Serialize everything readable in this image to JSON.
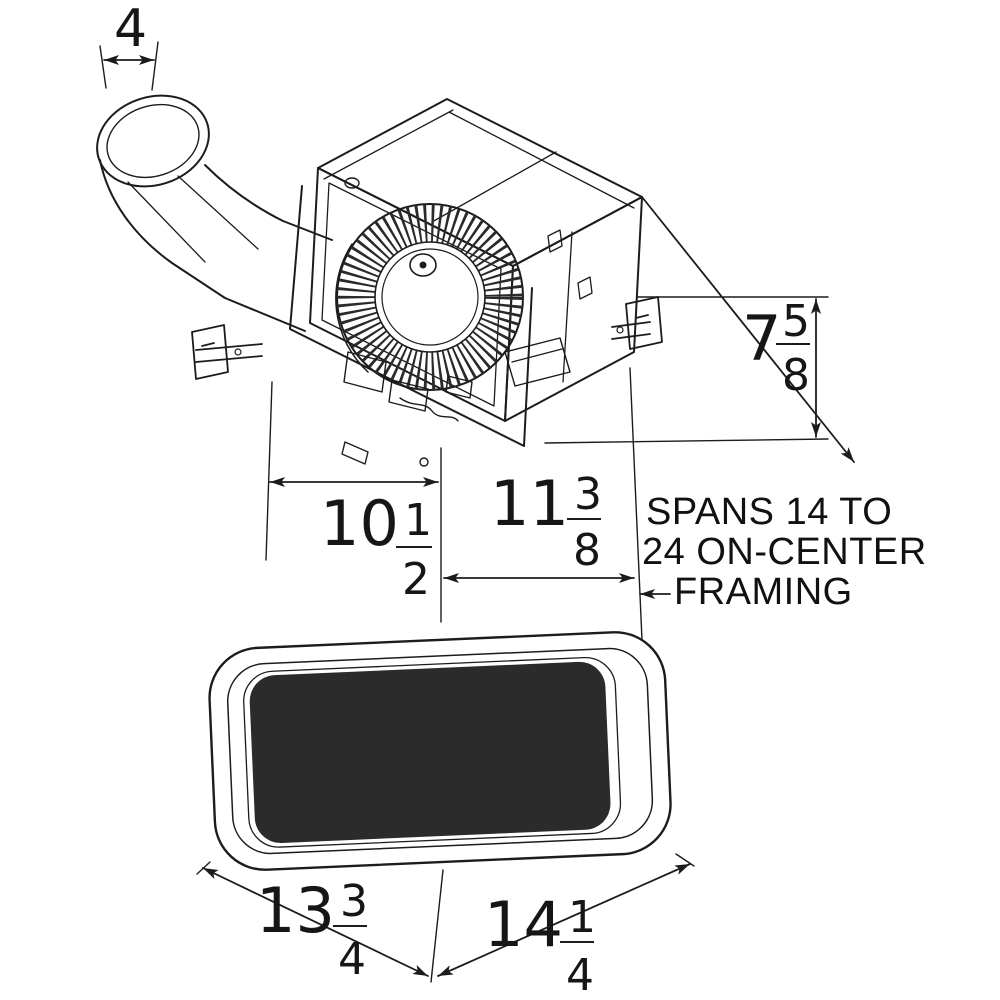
{
  "colors": {
    "ink": "#1c1c1c",
    "background": "#ffffff"
  },
  "dimensions": {
    "duct_diameter": {
      "whole": "4"
    },
    "housing_height": {
      "whole": "7",
      "numerator": "5",
      "denominator": "8"
    },
    "housing_width": {
      "whole": "10",
      "numerator": "1",
      "denominator": "2"
    },
    "housing_length": {
      "whole": "11",
      "numerator": "3",
      "denominator": "8"
    },
    "grille_width": {
      "whole": "13",
      "numerator": "3",
      "denominator": "4"
    },
    "grille_length": {
      "whole": "14",
      "numerator": "1",
      "denominator": "4"
    }
  },
  "note": {
    "line1": "SPANS 14 TO",
    "line2": "24 ON-CENTER",
    "line3": "FRAMING"
  }
}
